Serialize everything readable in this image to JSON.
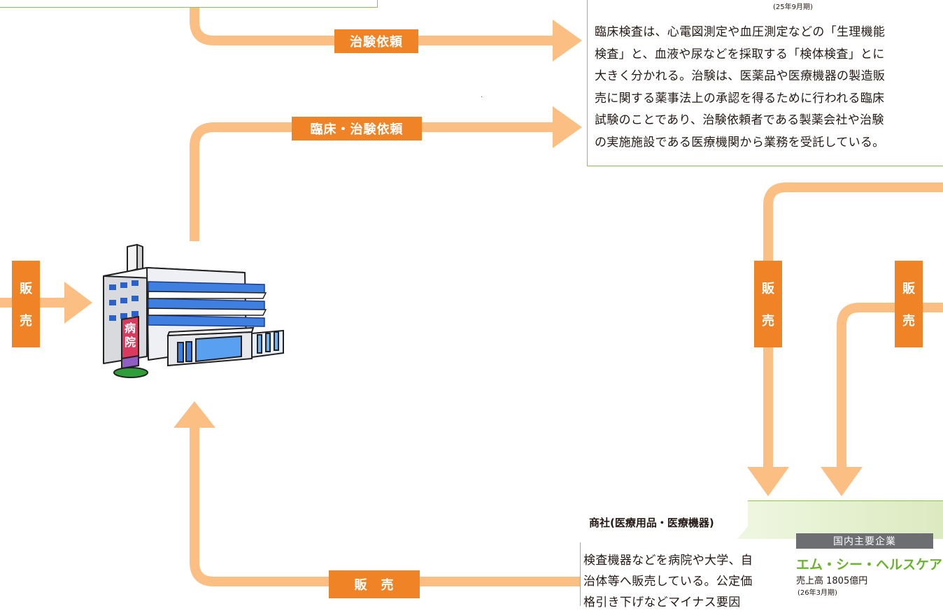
{
  "top_right_panel": {
    "period": "(25年9月期)",
    "description": [
      "臨床検査は、心電図測定や血圧測定などの「生理機能",
      "検査」と、血液や尿などを採取する「検体検査」とに",
      "大きく分かれる。治験は、医薬品や医療機器の製造販",
      "売に関する薬事法上の承認を得るために行われる臨床",
      "試験のことであり、治験依頼者である製薬会社や治験",
      "の実施施設である医療機関から業務を受託している。"
    ]
  },
  "labels": {
    "trial_request": "治験依頼",
    "clinical_trial_request": "臨床・治験依頼",
    "sales_left": [
      "販",
      "売"
    ],
    "sales_mid_right": [
      "販",
      "売"
    ],
    "sales_far_right": [
      "販",
      "売"
    ],
    "sales_bottom": "販　売"
  },
  "hospital": {
    "sign": [
      "病",
      "院"
    ]
  },
  "trading_panel": {
    "title": "商社(医療用品・医療機器)",
    "description": [
      "検査機器などを病院や大学、自",
      "治体等へ販売している。公定価",
      "格引き下げなどマイナス要因"
    ],
    "major_label": "国内主要企業",
    "company": "エム・シー・ヘルスケア",
    "revenue": "売上高 1805億円",
    "period": "(26年3月期)"
  },
  "colors": {
    "arrow": "#fbbf84",
    "tag": "#f08326",
    "panel_border": "#8dc63f",
    "header_bg": "#dbe9bf",
    "company_green": "#6ab42d"
  }
}
